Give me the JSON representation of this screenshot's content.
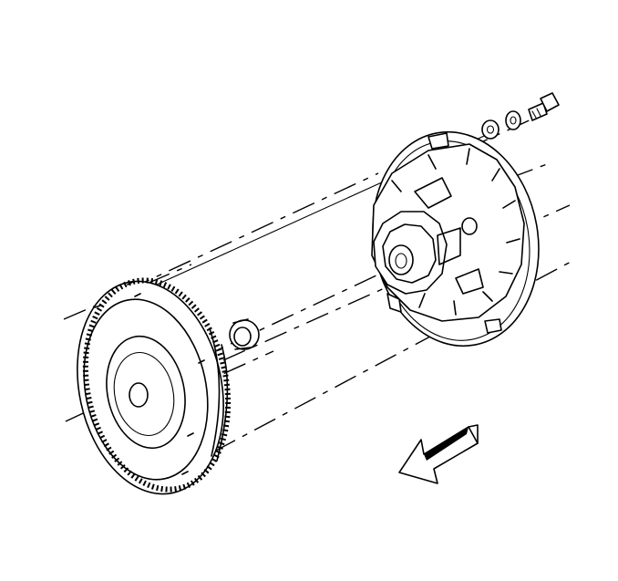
{
  "figure": {
    "colors": {
      "line": "#000000",
      "background": "#ffffff"
    },
    "components": [
      {
        "name": "flywheel",
        "icon": "flywheel-ring-gear-icon"
      },
      {
        "name": "pilot-spacer",
        "icon": "spacer-ring-icon"
      },
      {
        "name": "torque-converter-plate",
        "icon": "drive-plate-icon"
      },
      {
        "name": "washers",
        "icon": "washer-icon"
      },
      {
        "name": "bolt",
        "icon": "bolt-icon"
      },
      {
        "name": "direction-arrow",
        "icon": "arrow-icon"
      }
    ]
  }
}
